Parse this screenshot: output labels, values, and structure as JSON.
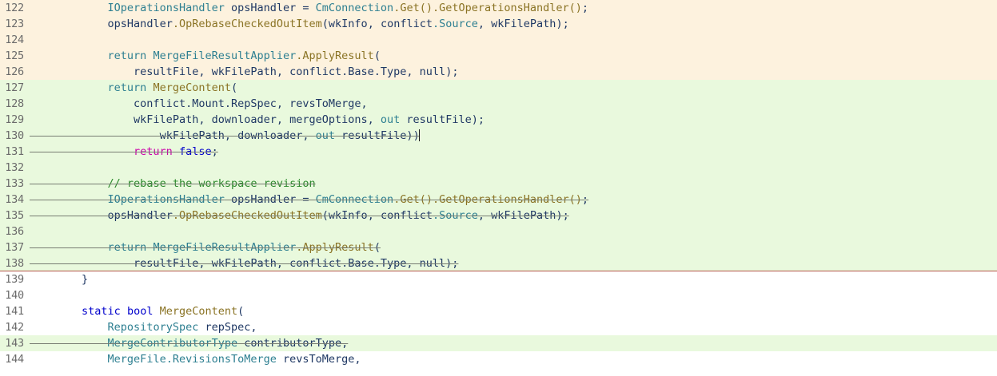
{
  "viewer": {
    "name": "diff-viewer",
    "gutter_color": "#6b6b6b",
    "hunk_border_color": "#b5564a",
    "backgrounds": {
      "unchanged": "#ffffff",
      "added": "#e9f9dd",
      "context": "#fdf2de"
    },
    "token_colors": {
      "plain": "#1f3864",
      "type": "#2d7f91",
      "method": "#8a7324",
      "keyword": "#2d7f91",
      "keyword_alt": "#0000cc",
      "keyword_magenta": "#cc00aa",
      "comment": "#2d8a2d",
      "strikethrough": "#777c72"
    }
  },
  "lines": [
    {
      "no": "122",
      "bg": "context",
      "struck": false,
      "tokens": [
        {
          "t": "            ",
          "c": "space"
        },
        {
          "t": "IOperationsHandler",
          "c": "type"
        },
        {
          "t": " opsHandler = ",
          "c": "plain"
        },
        {
          "t": "CmConnection",
          "c": "type"
        },
        {
          "t": ".Get()",
          "c": "method"
        },
        {
          "t": ".GetOperationsHandler()",
          "c": "method"
        },
        {
          "t": ";",
          "c": "plain"
        }
      ]
    },
    {
      "no": "123",
      "bg": "context",
      "struck": false,
      "tokens": [
        {
          "t": "            ",
          "c": "space"
        },
        {
          "t": "opsHandler",
          "c": "plain"
        },
        {
          "t": ".OpRebaseCheckedOutItem",
          "c": "method"
        },
        {
          "t": "(",
          "c": "plain"
        },
        {
          "t": "wkInfo",
          "c": "plain"
        },
        {
          "t": ", ",
          "c": "plain"
        },
        {
          "t": "conflict",
          "c": "plain"
        },
        {
          "t": ".Source",
          "c": "type"
        },
        {
          "t": ", ",
          "c": "plain"
        },
        {
          "t": "wkFilePath",
          "c": "plain"
        },
        {
          "t": ");",
          "c": "plain"
        }
      ]
    },
    {
      "no": "124",
      "bg": "context",
      "struck": false,
      "tokens": []
    },
    {
      "no": "125",
      "bg": "context",
      "struck": false,
      "tokens": [
        {
          "t": "            ",
          "c": "space"
        },
        {
          "t": "return",
          "c": "keyword"
        },
        {
          "t": " ",
          "c": "plain"
        },
        {
          "t": "MergeFileResultApplier",
          "c": "type"
        },
        {
          "t": ".ApplyResult",
          "c": "method"
        },
        {
          "t": "(",
          "c": "plain"
        }
      ]
    },
    {
      "no": "126",
      "bg": "context",
      "struck": false,
      "tokens": [
        {
          "t": "                ",
          "c": "space"
        },
        {
          "t": "resultFile, wkFilePath, conflict.Base.Type, ",
          "c": "plain"
        },
        {
          "t": "null",
          "c": "plain"
        },
        {
          "t": ");",
          "c": "plain"
        }
      ]
    },
    {
      "no": "127",
      "bg": "added",
      "struck": false,
      "tokens": [
        {
          "t": "            ",
          "c": "space"
        },
        {
          "t": "return",
          "c": "keyword"
        },
        {
          "t": " ",
          "c": "plain"
        },
        {
          "t": "MergeContent",
          "c": "method"
        },
        {
          "t": "(",
          "c": "plain"
        }
      ]
    },
    {
      "no": "128",
      "bg": "added",
      "struck": false,
      "tokens": [
        {
          "t": "                ",
          "c": "space"
        },
        {
          "t": "conflict.Mount.RepSpec, revsToMerge,",
          "c": "plain"
        }
      ]
    },
    {
      "no": "129",
      "bg": "added",
      "struck": false,
      "tokens": [
        {
          "t": "                ",
          "c": "space"
        },
        {
          "t": "wkFilePath, downloader, mergeOptions, ",
          "c": "plain"
        },
        {
          "t": "out",
          "c": "keyword"
        },
        {
          "t": " resultFile);",
          "c": "plain"
        }
      ]
    },
    {
      "no": "130",
      "bg": "added",
      "struck": true,
      "caret": true,
      "tokens": [
        {
          "t": "                    ",
          "c": "space"
        },
        {
          "t": "wkFilePath, downloader, ",
          "c": "plain"
        },
        {
          "t": "out",
          "c": "keyword"
        },
        {
          "t": " resultFile))",
          "c": "plain"
        }
      ]
    },
    {
      "no": "131",
      "bg": "added",
      "struck": true,
      "tokens": [
        {
          "t": "                ",
          "c": "space"
        },
        {
          "t": "return",
          "c": "keyword_magenta"
        },
        {
          "t": " ",
          "c": "plain"
        },
        {
          "t": "false",
          "c": "keyword_alt"
        },
        {
          "t": ";",
          "c": "plain"
        }
      ]
    },
    {
      "no": "132",
      "bg": "added",
      "struck": false,
      "tokens": []
    },
    {
      "no": "133",
      "bg": "added",
      "struck": true,
      "tokens": [
        {
          "t": "            ",
          "c": "space"
        },
        {
          "t": "// rebase the workspace revision",
          "c": "comment"
        }
      ]
    },
    {
      "no": "134",
      "bg": "added",
      "struck": true,
      "tokens": [
        {
          "t": "            ",
          "c": "space"
        },
        {
          "t": "IOperationsHandler",
          "c": "type"
        },
        {
          "t": " opsHandler = ",
          "c": "plain"
        },
        {
          "t": "CmConnection",
          "c": "type"
        },
        {
          "t": ".Get()",
          "c": "method"
        },
        {
          "t": ".GetOperationsHandler()",
          "c": "method"
        },
        {
          "t": ";",
          "c": "plain"
        }
      ]
    },
    {
      "no": "135",
      "bg": "added",
      "struck": true,
      "tokens": [
        {
          "t": "            ",
          "c": "space"
        },
        {
          "t": "opsHandler",
          "c": "plain"
        },
        {
          "t": ".OpRebaseCheckedOutItem",
          "c": "method"
        },
        {
          "t": "(",
          "c": "plain"
        },
        {
          "t": "wkInfo",
          "c": "plain"
        },
        {
          "t": ", ",
          "c": "plain"
        },
        {
          "t": "conflict",
          "c": "plain"
        },
        {
          "t": ".Source",
          "c": "type"
        },
        {
          "t": ", ",
          "c": "plain"
        },
        {
          "t": "wkFilePath",
          "c": "plain"
        },
        {
          "t": ");",
          "c": "plain"
        }
      ]
    },
    {
      "no": "136",
      "bg": "added",
      "struck": false,
      "tokens": []
    },
    {
      "no": "137",
      "bg": "added",
      "struck": true,
      "tokens": [
        {
          "t": "            ",
          "c": "space"
        },
        {
          "t": "return",
          "c": "keyword"
        },
        {
          "t": " ",
          "c": "plain"
        },
        {
          "t": "MergeFileResultApplier",
          "c": "type"
        },
        {
          "t": ".ApplyResult",
          "c": "method"
        },
        {
          "t": "(",
          "c": "plain"
        }
      ]
    },
    {
      "no": "138",
      "bg": "added",
      "struck": true,
      "tokens": [
        {
          "t": "                ",
          "c": "space"
        },
        {
          "t": "resultFile, wkFilePath, conflict.Base.Type, null);",
          "c": "plain"
        }
      ]
    },
    {
      "no": "139",
      "bg": "unchanged",
      "struck": false,
      "border_top": true,
      "tokens": [
        {
          "t": "        ",
          "c": "space"
        },
        {
          "t": "}",
          "c": "plain"
        }
      ]
    },
    {
      "no": "140",
      "bg": "unchanged",
      "struck": false,
      "tokens": []
    },
    {
      "no": "141",
      "bg": "unchanged",
      "struck": false,
      "tokens": [
        {
          "t": "        ",
          "c": "space"
        },
        {
          "t": "static",
          "c": "keyword_alt"
        },
        {
          "t": " ",
          "c": "plain"
        },
        {
          "t": "bool",
          "c": "keyword_alt"
        },
        {
          "t": " ",
          "c": "plain"
        },
        {
          "t": "MergeContent",
          "c": "method"
        },
        {
          "t": "(",
          "c": "plain"
        }
      ]
    },
    {
      "no": "142",
      "bg": "unchanged",
      "struck": false,
      "tokens": [
        {
          "t": "            ",
          "c": "space"
        },
        {
          "t": "RepositorySpec",
          "c": "type"
        },
        {
          "t": " repSpec,",
          "c": "plain"
        }
      ]
    },
    {
      "no": "143",
      "bg": "added",
      "struck": true,
      "tokens": [
        {
          "t": "            ",
          "c": "space"
        },
        {
          "t": "MergeContributorType",
          "c": "type"
        },
        {
          "t": " contributorType,",
          "c": "plain"
        }
      ]
    },
    {
      "no": "144",
      "bg": "unchanged",
      "struck": false,
      "tokens": [
        {
          "t": "            ",
          "c": "space"
        },
        {
          "t": "MergeFile",
          "c": "type"
        },
        {
          "t": ".RevisionsToMerge",
          "c": "type"
        },
        {
          "t": " revsToMerge,",
          "c": "plain"
        }
      ]
    }
  ]
}
